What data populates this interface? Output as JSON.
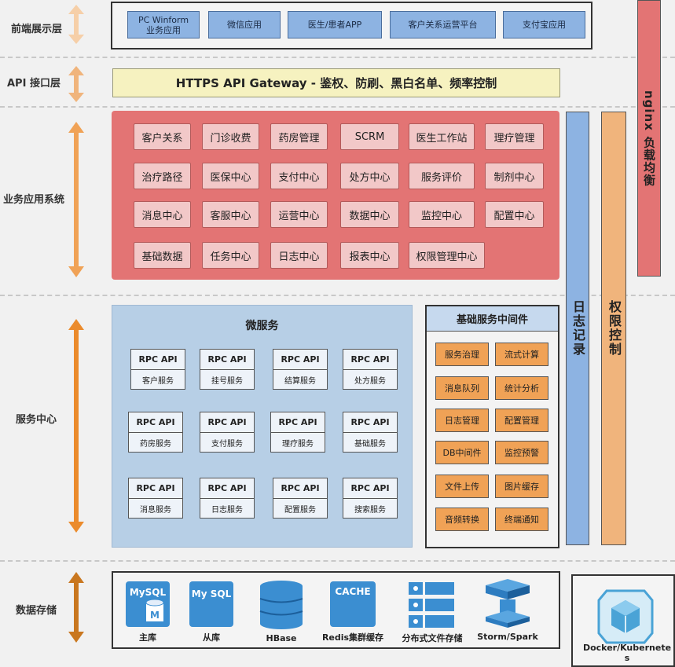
{
  "layers": {
    "frontend": "前端展示层",
    "api": "API 接口层",
    "business": "业务应用系统",
    "service": "服务中心",
    "storage": "数据存储"
  },
  "frontend_apps": [
    "PC Winform\n业务应用",
    "微信应用",
    "医生/患者APP",
    "客户关系运营平台",
    "支付宝应用"
  ],
  "gateway": "HTTPS API Gateway - 鉴权、防刷、黑白名单、频率控制",
  "business_modules": [
    [
      "客户关系",
      "门诊收费",
      "药房管理",
      "SCRM",
      "医生工作站",
      "理疗管理"
    ],
    [
      "治疗路径",
      "医保中心",
      "支付中心",
      "处方中心",
      "服务评价",
      "制剂中心"
    ],
    [
      "消息中心",
      "客服中心",
      "运营中心",
      "数据中心",
      "监控中心",
      "配置中心"
    ],
    [
      "基础数据",
      "任务中心",
      "日志中心",
      "报表中心",
      "权限管理中心"
    ]
  ],
  "microservices": {
    "title": "微服务",
    "rpc_label": "RPC API",
    "services": [
      [
        "客户服务",
        "挂号服务",
        "结算服务",
        "处方服务"
      ],
      [
        "药房服务",
        "支付服务",
        "理疗服务",
        "基础服务"
      ],
      [
        "消息服务",
        "日志服务",
        "配置服务",
        "搜索服务"
      ]
    ]
  },
  "middleware": {
    "title": "基础服务中间件",
    "items": [
      [
        "服务治理",
        "流式计算"
      ],
      [
        "消息队列",
        "统计分析"
      ],
      [
        "日志管理",
        "配置管理"
      ],
      [
        "DB中间件",
        "监控预警"
      ],
      [
        "文件上传",
        "图片缓存"
      ],
      [
        "音频转换",
        "终端通知"
      ]
    ]
  },
  "side_bars": {
    "logging": "日志记录",
    "permission": "权限控制",
    "nginx": "nginx 负载均衡"
  },
  "storage": {
    "items": [
      "主库",
      "从库",
      "HBase",
      "Redis集群缓存",
      "分布式文件存储",
      "Storm/Spark"
    ],
    "mysql_master_icon": "MySQL",
    "mysql_master_letter": "M",
    "mysql_slave_icon": "My SQL",
    "cache_icon": "CACHE"
  },
  "docker": "Docker/Kubernetes",
  "colors": {
    "frontend_box": "#8db3e2",
    "gateway": "#f6f2c0",
    "business_panel": "#e37474",
    "business_box": "#f2c8c8",
    "microservice_panel": "#b7cfe6",
    "middleware_box": "#f0a256",
    "logging_bar": "#8db3e2",
    "permission_bar": "#f0b47c",
    "nginx_bar": "#e37474",
    "arrow": "#f0a256",
    "storage_icon": "#3b8ed1"
  }
}
